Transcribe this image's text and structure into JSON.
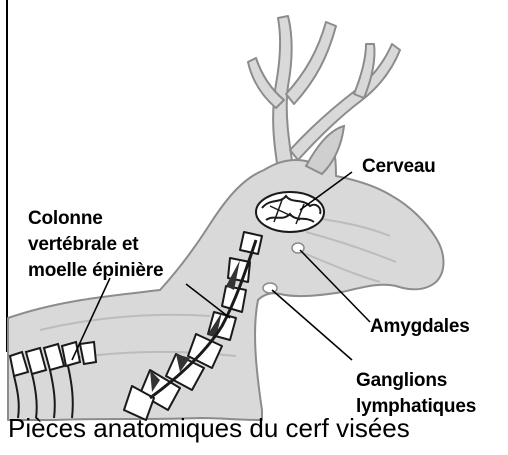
{
  "labels": {
    "brain": "Cerveau",
    "spine_line1": "Colonne",
    "spine_line2": "vertébrale et",
    "spine_line3": "moelle épinière",
    "tonsils": "Amygdales",
    "lymph_line1": "Ganglions",
    "lymph_line2": "lymphatiques"
  },
  "caption": "Pièces anatomiques du cerf visées",
  "colors": {
    "body": "#d9d9d9",
    "outline": "#8c8c8c",
    "bone": "#ffffff",
    "bone_outline": "#1a1a1a",
    "ink": "#000000"
  }
}
